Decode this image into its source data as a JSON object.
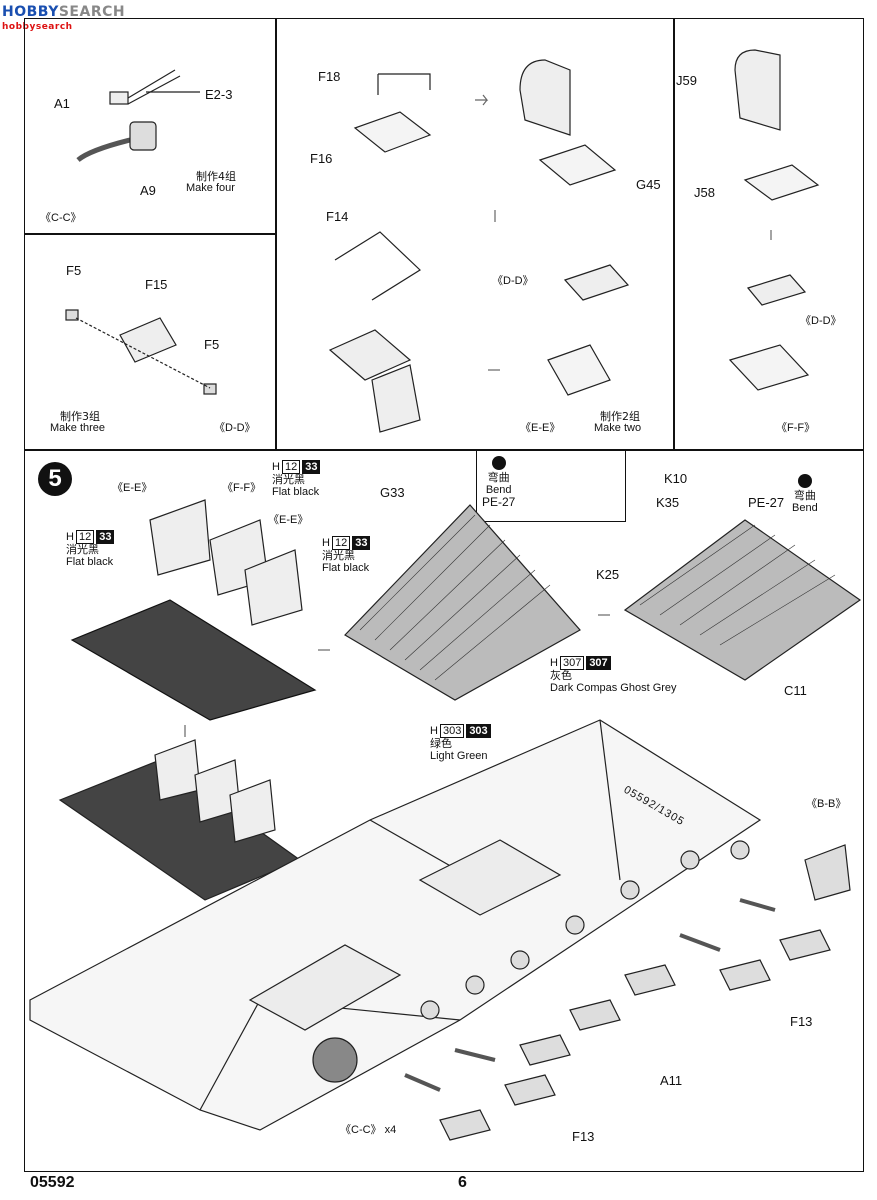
{
  "watermark": {
    "brand_a": "HOBBY",
    "brand_b": "SEARCH",
    "url": "hobbysearch"
  },
  "panels": {
    "cc": {
      "tag": "《C-C》",
      "parts": [
        "A1",
        "E2-3",
        "A9"
      ],
      "note_cn": "制作4组",
      "note_en": "Make four"
    },
    "dd": {
      "tag": "《D-D》",
      "parts": [
        "F5",
        "F15",
        "F5"
      ],
      "note_cn": "制作3组",
      "note_en": "Make three"
    },
    "mid": {
      "parts_top": [
        "F18",
        "F16",
        "G45"
      ],
      "parts_bottom": [
        "F14"
      ],
      "tag_dd": "《D-D》",
      "tag_ee": "《E-E》",
      "note_cn": "制作2组",
      "note_en": "Make two"
    },
    "ff": {
      "parts": [
        "J59",
        "J58"
      ],
      "tag_dd": "《D-D》",
      "tag_ff": "《F-F》"
    }
  },
  "step5": {
    "number": "5",
    "tags": {
      "ee1": "《E-E》",
      "ff": "《F-F》",
      "ee2": "《E-E》",
      "bb": "《B-B》",
      "cc": "《C-C》",
      "cc_count": "x4"
    },
    "paints": [
      {
        "prefix": "H",
        "code": "12",
        "code_inv": "33",
        "cn": "消光黑",
        "en": "Flat black"
      },
      {
        "prefix": "H",
        "code": "12",
        "code_inv": "33",
        "cn": "消光黑",
        "en": "Flat black"
      },
      {
        "prefix": "H",
        "code": "12",
        "code_inv": "33",
        "cn": "消光黑",
        "en": "Flat black"
      },
      {
        "prefix": "H",
        "code": "307",
        "code_inv": "307",
        "cn": "灰色",
        "en": "Dark Compas Ghost Grey"
      },
      {
        "prefix": "H",
        "code": "303",
        "code_inv": "303",
        "cn": "绿色",
        "en": "Light Green"
      }
    ],
    "bend": {
      "cn": "弯曲",
      "en": "Bend",
      "part": "PE-27"
    },
    "parts": {
      "g33": "G33",
      "k10": "K10",
      "k35": "K35",
      "pe27": "PE-27",
      "k25": "K25",
      "c11": "C11",
      "f13a": "F13",
      "a11": "A11",
      "f13b": "F13"
    },
    "hull_text": "05592/1305"
  },
  "footer": {
    "model": "05592",
    "page": "6"
  }
}
